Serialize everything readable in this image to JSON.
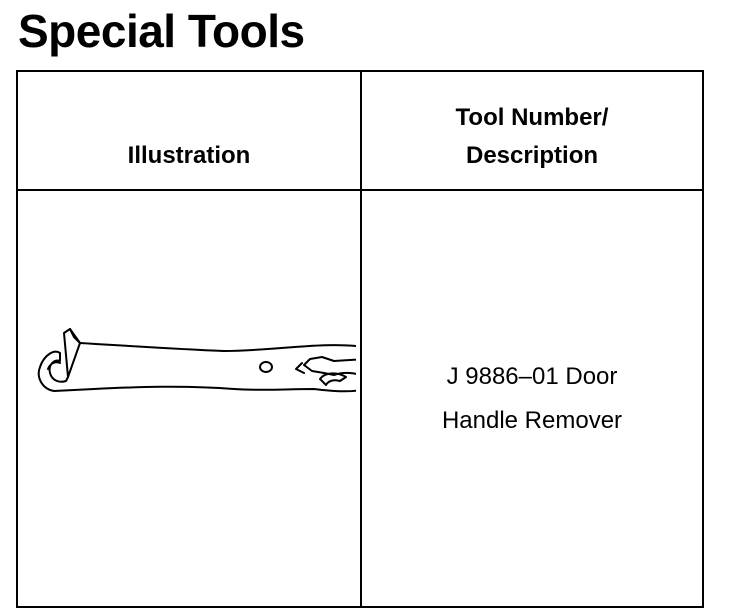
{
  "page": {
    "title": "Special Tools"
  },
  "table": {
    "headers": {
      "illustration": "Illustration",
      "description_line1": "Tool Number/",
      "description_line2": "Description"
    },
    "rows": [
      {
        "illustration_icon": "door-handle-remover-tool-icon",
        "description_line1": "J 9886–01 Door",
        "description_line2": "Handle Remover"
      }
    ]
  }
}
